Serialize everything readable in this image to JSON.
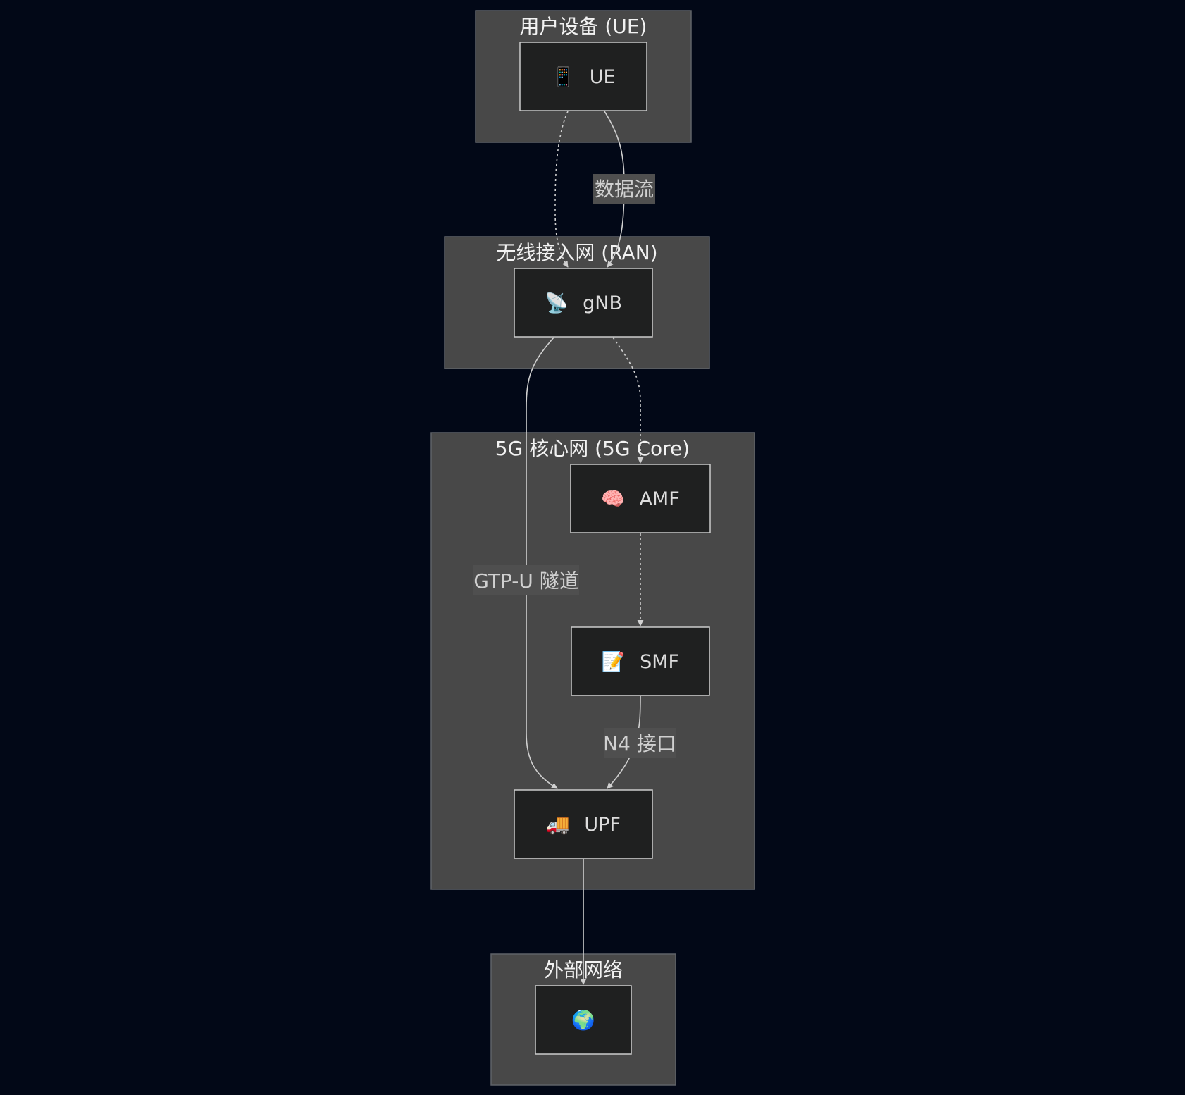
{
  "clusters": {
    "ue": {
      "title": "用户设备 (UE)"
    },
    "ran": {
      "title": "无线接入网 (RAN)"
    },
    "core": {
      "title": "5G 核心网 (5G Core)"
    },
    "external": {
      "title": "外部网络"
    }
  },
  "nodes": {
    "ue": {
      "icon": "📱",
      "label": "UE",
      "icon_name": "mobile-phone-icon"
    },
    "gnb": {
      "icon": "📡",
      "label": "gNB",
      "icon_name": "satellite-antenna-icon"
    },
    "amf": {
      "icon": "🧠",
      "label": "AMF",
      "icon_name": "brain-icon"
    },
    "smf": {
      "icon": "📝",
      "label": "SMF",
      "icon_name": "memo-icon"
    },
    "upf": {
      "icon": "🚚",
      "label": "UPF",
      "icon_name": "truck-icon"
    },
    "internet": {
      "icon": "🌍",
      "label": "",
      "icon_name": "globe-icon"
    }
  },
  "edges": {
    "ue_gnb_data": {
      "label": "数据流"
    },
    "gnb_upf": {
      "label": "GTP-U 隧道"
    },
    "smf_upf": {
      "label": "N4 接口"
    }
  },
  "colors": {
    "background": "#020817",
    "cluster_fill": "#484848",
    "node_fill": "#1f2020",
    "edge": "#d0d0d0"
  }
}
